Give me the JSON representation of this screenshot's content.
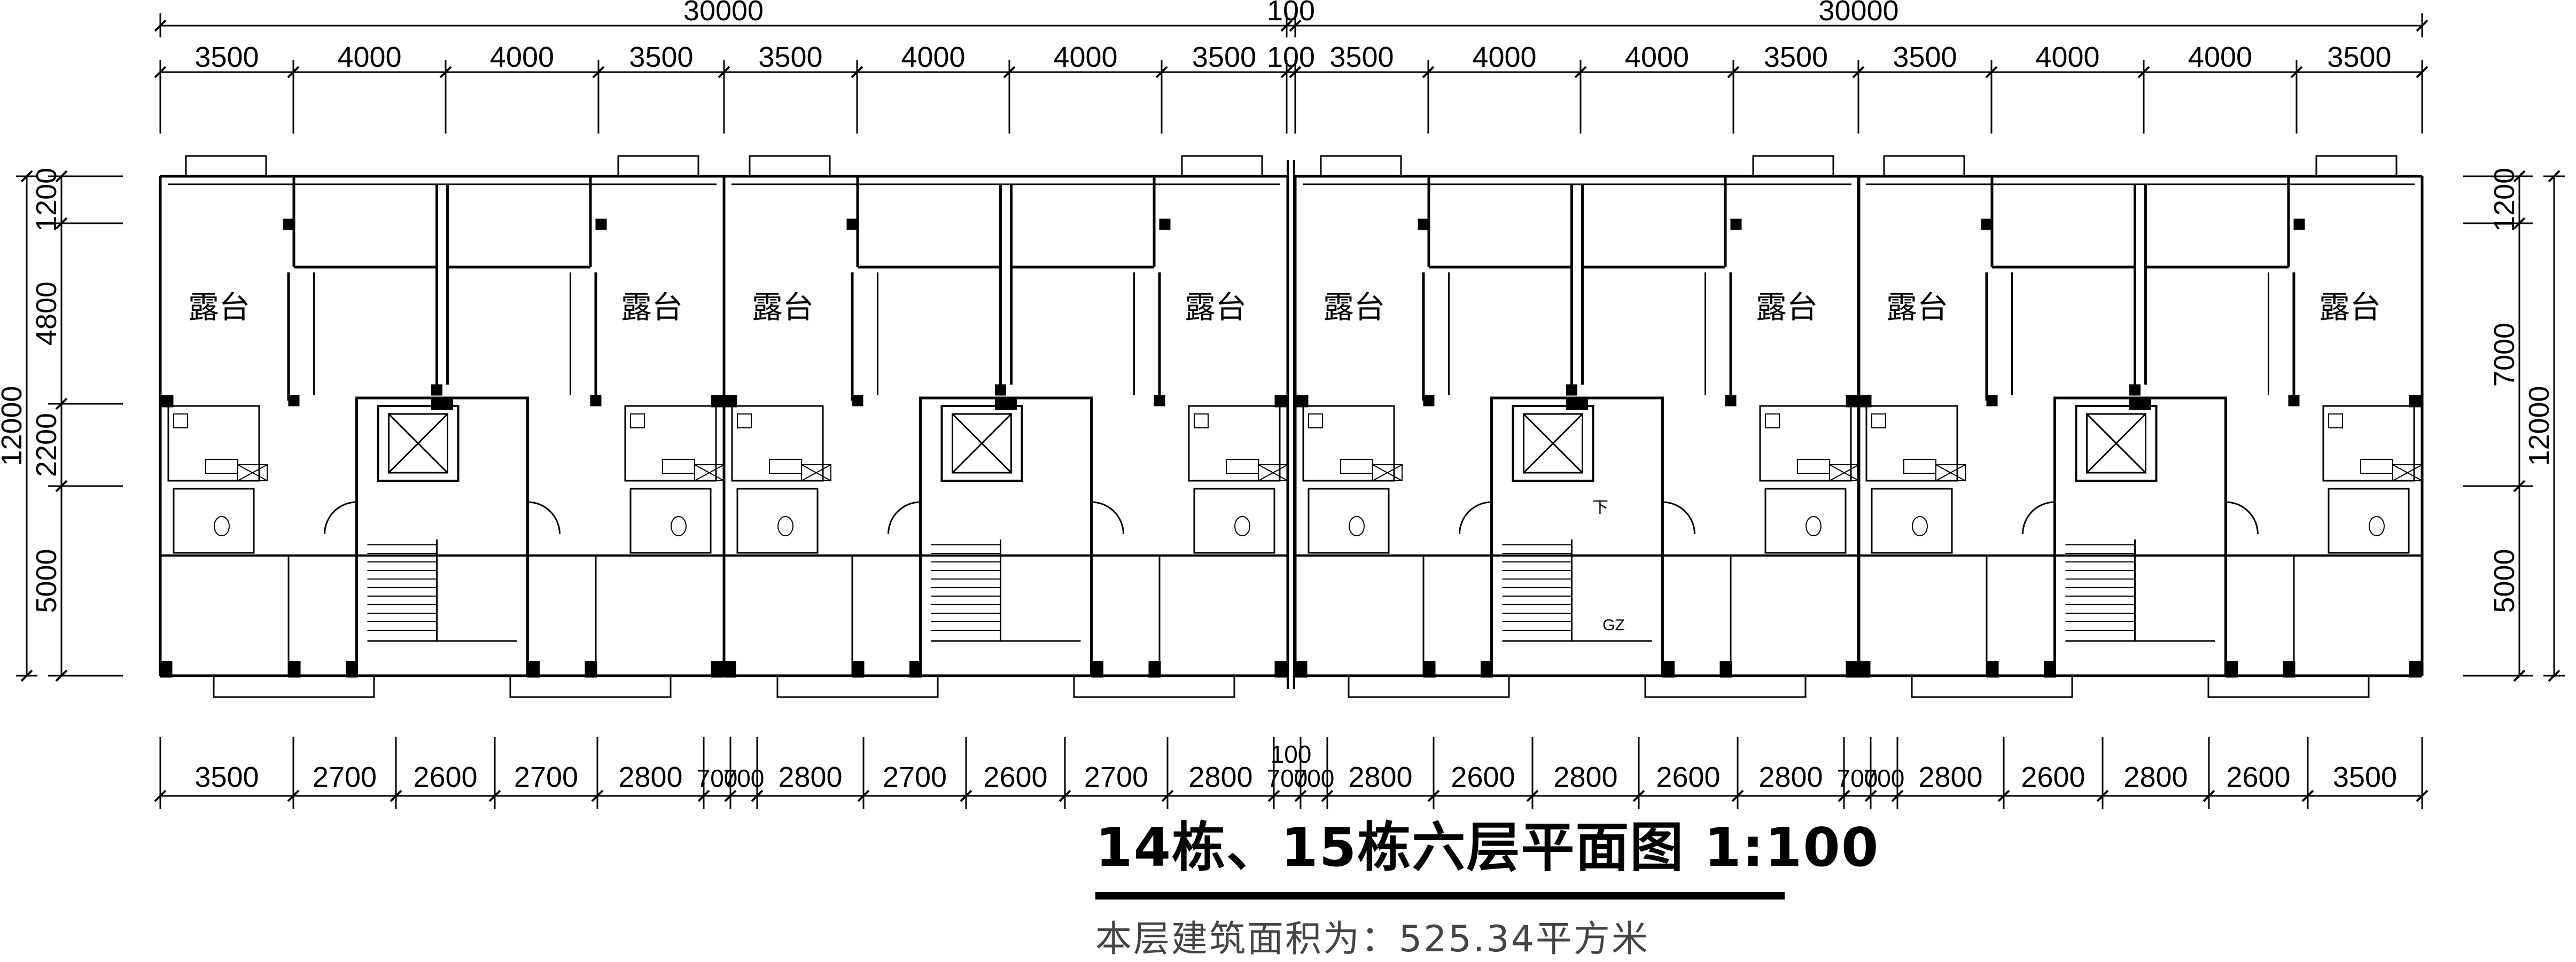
{
  "dims": {
    "top_overall": [
      "30000",
      "100",
      "30000"
    ],
    "top_bays": [
      "3500",
      "4000",
      "4000",
      "3500",
      "3500",
      "4000",
      "4000",
      "3500",
      "100",
      "3500",
      "4000",
      "4000",
      "3500",
      "3500",
      "4000",
      "4000",
      "3500"
    ],
    "bottom_mid": "100",
    "bottom_bays": [
      "3500",
      "2700",
      "2600",
      "2700",
      "2800",
      "700",
      "700",
      "2800",
      "2700",
      "2600",
      "2700",
      "2800",
      "700",
      "700",
      "2800",
      "2600",
      "2800",
      "2600",
      "2800",
      "700",
      "700",
      "2800",
      "2600",
      "2800",
      "2600",
      "3500"
    ],
    "left_sub": [
      "1200",
      "4800",
      "2200",
      "5000"
    ],
    "left_total": "12000",
    "right_sub": [
      "1200",
      "7000",
      "5000"
    ],
    "right_total": "12000"
  },
  "rooms": {
    "terrace_label": "露台",
    "down_mark": "下",
    "stair_mark": "GZ"
  },
  "title": {
    "main": "14栋、15栋六层平面图  1:100",
    "area": "本层建筑面积为：525.34平方米"
  }
}
